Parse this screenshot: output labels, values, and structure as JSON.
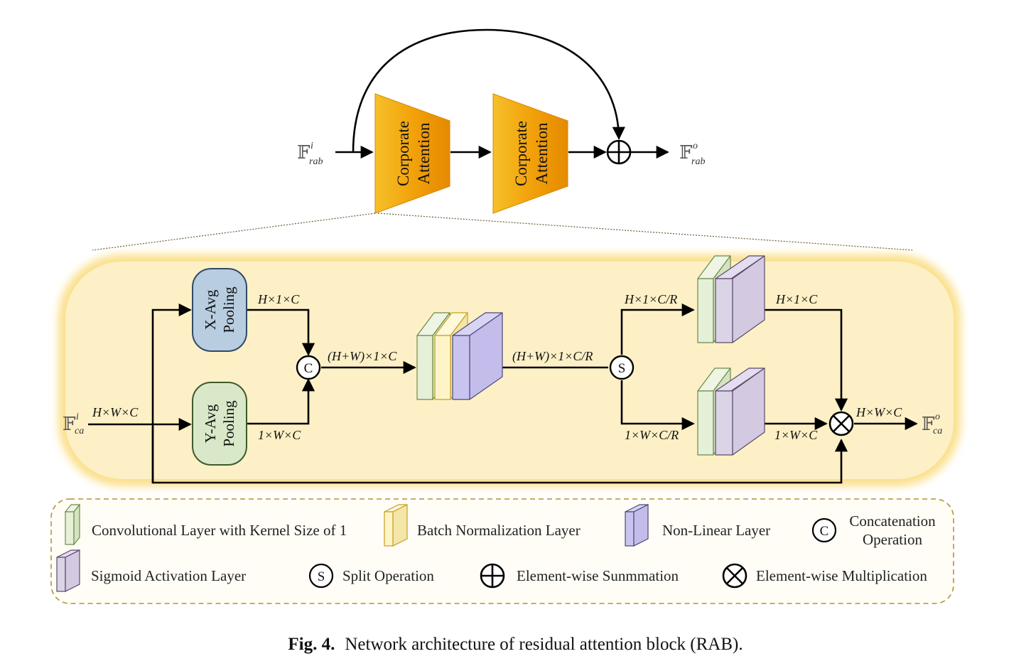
{
  "top": {
    "input_symbol": "𝔽",
    "input_sup": "i",
    "input_sub": "rab",
    "block1_line1": "Corporate",
    "block1_line2": "Attention",
    "block2_line1": "Corporate",
    "block2_line2": "Attention",
    "output_symbol": "𝔽",
    "output_sup": "o",
    "output_sub": "rab"
  },
  "detail": {
    "input_symbol": "𝔽",
    "input_sup": "i",
    "input_sub": "ca",
    "input_dim": "H×W×C",
    "xpool_line1": "X-Avg",
    "xpool_line2": "Pooling",
    "ypool_line1": "Y-Avg",
    "ypool_line2": "Pooling",
    "xpool_dim": "H×1×C",
    "ypool_dim": "1×W×C",
    "concat_symbol": "C",
    "concat_dim": "(H+W)×1×C",
    "stack_dim": "(H+W)×1×C/R",
    "split_symbol": "S",
    "split_top_dim": "H×1×C/R",
    "split_bottom_dim": "1×W×C/R",
    "branch_top_dim": "H×1×C",
    "branch_bottom_dim": "1×W×C",
    "mult_dim": "H×W×C",
    "output_symbol": "𝔽",
    "output_sup": "o",
    "output_sub": "ca"
  },
  "legend": {
    "conv": "Convolutional Layer with Kernel Size of 1",
    "bn": "Batch Normalization Layer",
    "nonlinear": "Non-Linear Layer",
    "concat_symbol": "C",
    "concat_line1": "Concatenation",
    "concat_line2": "Operation",
    "sigmoid": "Sigmoid Activation Layer",
    "split_symbol": "S",
    "split": "Split Operation",
    "sum": "Element-wise Sunmmation",
    "mult": "Element-wise Multiplication"
  },
  "caption": {
    "label": "Fig. 4.",
    "text": "Network architecture of residual attention block (RAB)."
  },
  "colors": {
    "conv_green": "#e6f0d8",
    "bn_yellow": "#fff4c8",
    "nonlinear_purple": "#c9c4ef",
    "sigmoid_purple": "#dbd3e6",
    "xpool_blue": "#b8cde0",
    "ypool_green": "#d8e8c8",
    "glow_yellow": "#fbe8a8",
    "attention_orange": "#f0a000"
  }
}
